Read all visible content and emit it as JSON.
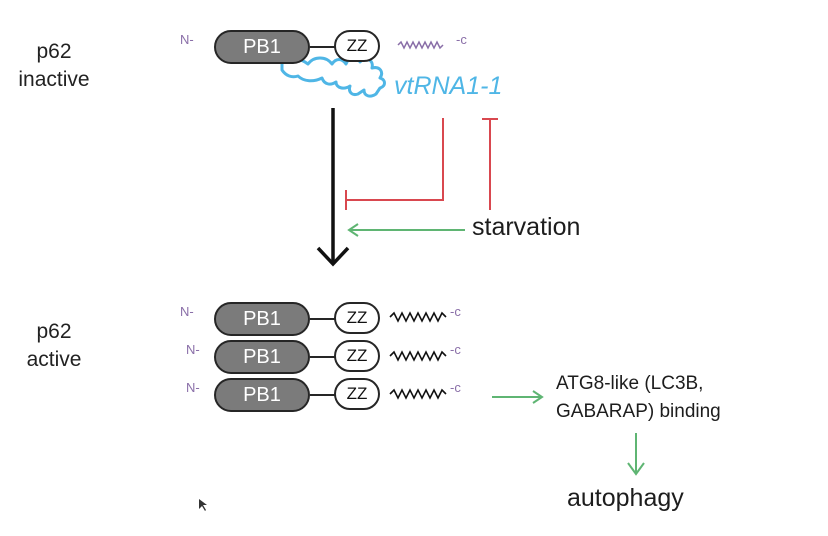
{
  "labels": {
    "p62_inactive": "p62\ninactive",
    "p62_active": "p62\nactive",
    "n_term": "N-",
    "c_term": "-c",
    "pb1": "PB1",
    "zz": "ZZ",
    "vtrna": "vtRNA1-1",
    "starvation": "starvation",
    "binding": "ATG8-like (LC3B,\nGABARAP) binding",
    "autophagy": "autophagy"
  },
  "colors": {
    "inhibition": "#d9484f",
    "activation": "#5fb573",
    "rna": "#4fb6e6",
    "pb1_fill": "#7b7b7b",
    "linker_inactive": "#8a6fa8"
  }
}
